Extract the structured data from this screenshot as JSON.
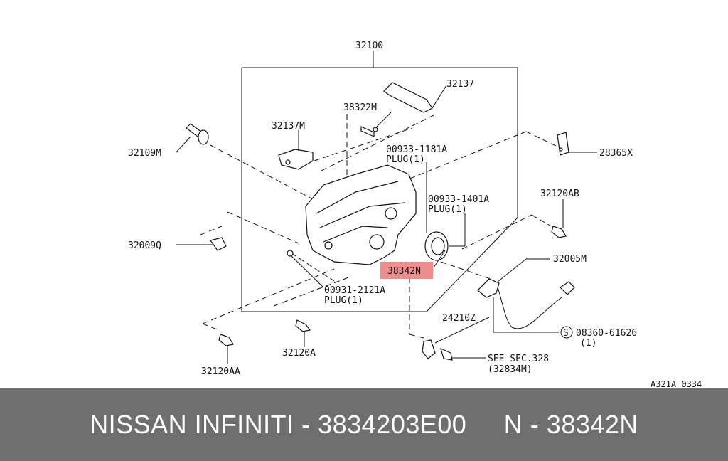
{
  "diagram": {
    "labels": {
      "p32100": "32100",
      "p32137": "32137",
      "p38322m": "38322M",
      "p32137m": "32137M",
      "p32109m": "32109M",
      "p00933_1181a": "00933-1181A",
      "plug1a": "PLUG(1)",
      "p28365x": "28365X",
      "p00933_1401a": "00933-1401A",
      "plug1b": "PLUG(1)",
      "p32120ab": "32120AB",
      "p32009q": "32009Q",
      "p38342n": "38342N",
      "p32005m": "32005M",
      "p00931_2121a": "00931-2121A",
      "plug1c": "PLUG(1)",
      "p24210z": "24210Z",
      "s_symbol": "S",
      "p08360_61626": "08360-61626",
      "qty1": "(1)",
      "p32120a": "32120A",
      "see_sec": "SEE SEC.328",
      "p32834m": "(32834M)",
      "p32120aa": "32120AA",
      "ref_code": "A321A 0334"
    },
    "highlight_part": "38342N",
    "highlight_color": "#f08080"
  },
  "footer": {
    "text": "NISSAN INFINITI - 3834203E00     N - 38342N",
    "background": "#6f6f6f"
  }
}
